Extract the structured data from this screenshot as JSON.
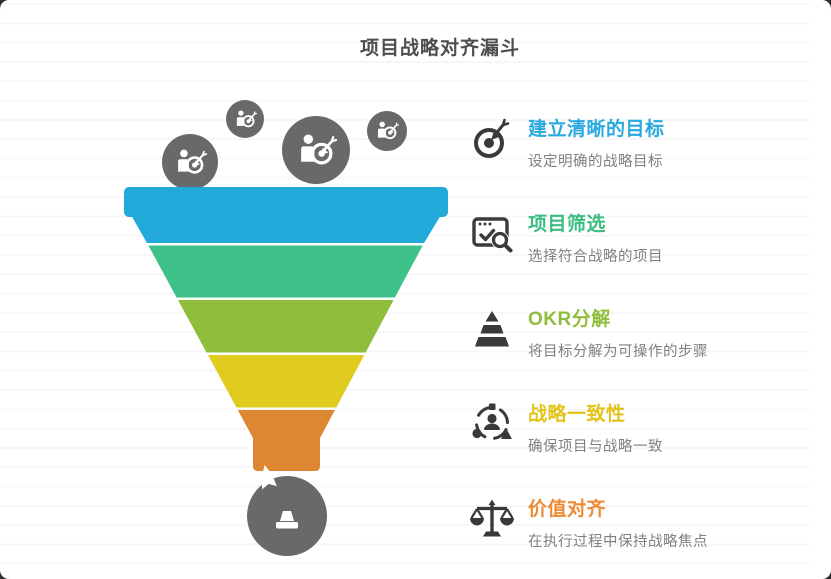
{
  "title": "项目战略对齐漏斗",
  "funnel": {
    "icon_circle_color": "#696969",
    "top_icons": [
      {
        "icon": "person-target-icon"
      },
      {
        "icon": "person-target-icon"
      },
      {
        "icon": "person-target-icon"
      },
      {
        "icon": "person-target-icon"
      }
    ],
    "bottom_icon": "trophy-icon",
    "layers": [
      {
        "name": "blue-layer",
        "color": "#21A9DA"
      },
      {
        "name": "green-layer",
        "color": "#3EC289"
      },
      {
        "name": "olive-layer",
        "color": "#8FBE3C"
      },
      {
        "name": "yellow-layer",
        "color": "#E0CC1F"
      },
      {
        "name": "orange-layer",
        "color": "#DE8733"
      }
    ]
  },
  "steps": [
    {
      "icon": "target-dart-icon",
      "title": "建立清晰的目标",
      "description": "设定明确的战略目标",
      "color": "#29A9E0"
    },
    {
      "icon": "window-search-icon",
      "title": "项目筛选",
      "description": "选择符合战略的项目",
      "color": "#3BBD81"
    },
    {
      "icon": "pyramid-icon",
      "title": "OKR分解",
      "description": "将目标分解为可操作的步骤",
      "color": "#8FBE3C"
    },
    {
      "icon": "team-shapes-icon",
      "title": "战略一致性",
      "description": "确保项目与战略一致",
      "color": "#E3C319"
    },
    {
      "icon": "balance-scale-icon",
      "title": "价值对齐",
      "description": "在执行过程中保持战略焦点",
      "color": "#EE8A33"
    }
  ]
}
